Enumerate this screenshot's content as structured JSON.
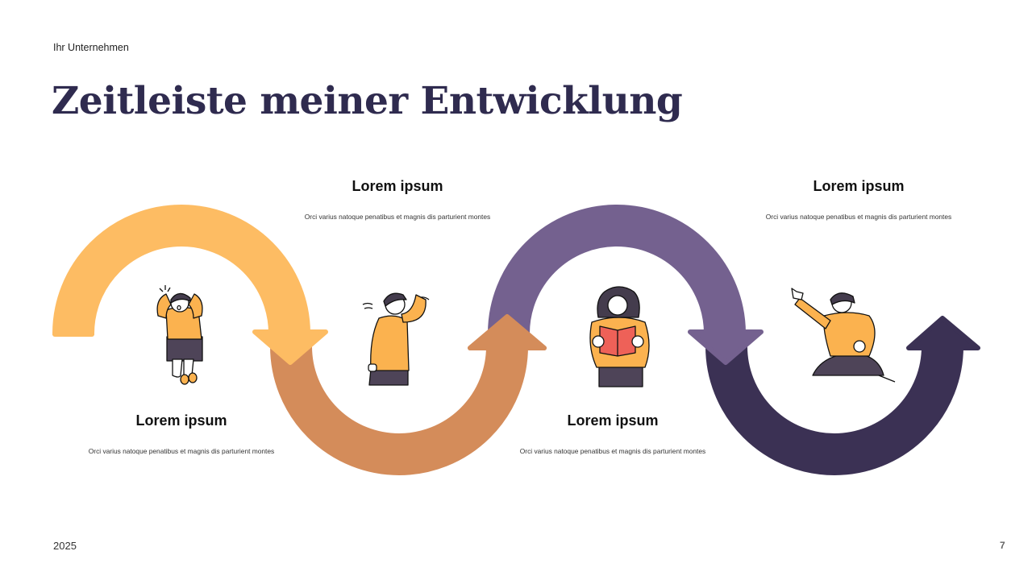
{
  "header": {
    "company": "Ihr Unternehmen",
    "title": "Zeitleiste meiner Entwicklung"
  },
  "colors": {
    "title": "#2f2b4f",
    "arc1": "#fdbc63",
    "arc2": "#d48c5a",
    "arc3": "#74618f",
    "arc4": "#3b3154",
    "skin": "#ffffff",
    "sweater": "#fbb24f",
    "skirt": "#4e4458",
    "hair": "#443c4d",
    "book": "#ee6158"
  },
  "timeline": {
    "steps": [
      {
        "heading": "Lorem ipsum",
        "description": "Orci varius natoque penatibus et magnis dis parturient montes",
        "position": "bottom",
        "illustration": "stressed-girl-holding-head"
      },
      {
        "heading": "Lorem ipsum",
        "description": "Orci varius natoque penatibus et magnis dis parturient montes",
        "position": "top",
        "illustration": "thinking-girl-hand-on-forehead"
      },
      {
        "heading": "Lorem ipsum",
        "description": "Orci varius natoque penatibus et magnis dis parturient montes",
        "position": "bottom",
        "illustration": "girl-reading-book"
      },
      {
        "heading": "Lorem ipsum",
        "description": "Orci varius natoque penatibus et magnis dis parturient montes",
        "position": "top",
        "illustration": "girl-pointing-forward"
      }
    ]
  },
  "footer": {
    "year": "2025",
    "page": "7"
  }
}
